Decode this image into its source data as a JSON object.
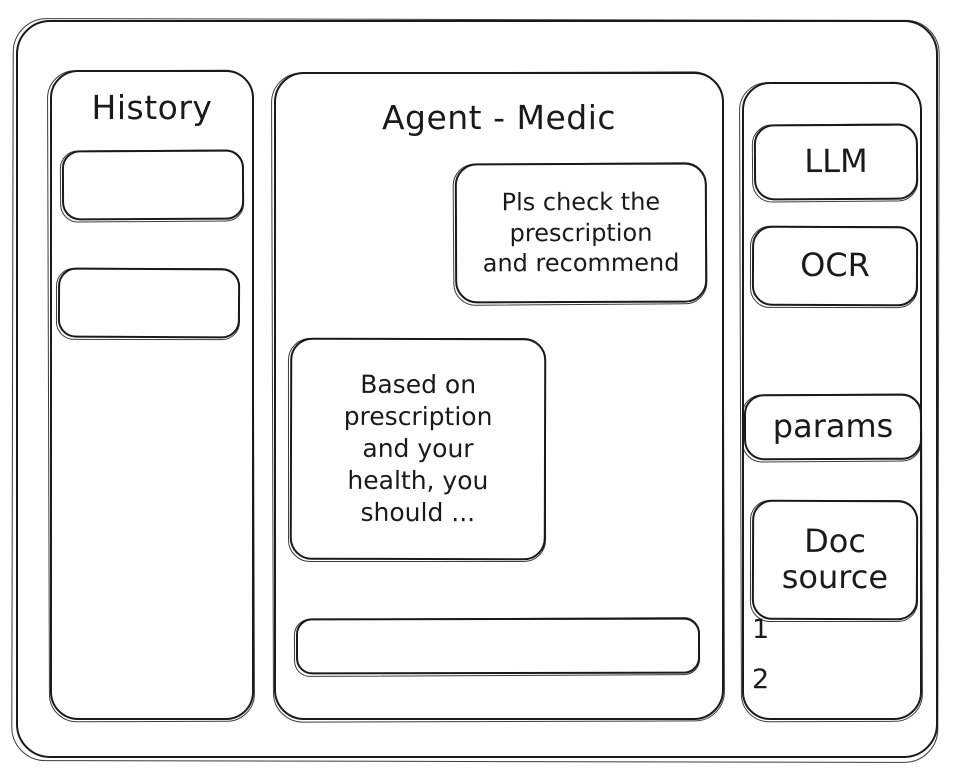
{
  "app": {
    "style": "hand-drawn-wireframe",
    "stroke_color": "#1a1a1a",
    "background_color": "#ffffff"
  },
  "history": {
    "title": "History",
    "items": [
      {
        "label": ""
      },
      {
        "label": ""
      }
    ]
  },
  "main": {
    "title": "Agent - Medic",
    "messages": [
      {
        "role": "user",
        "align": "right",
        "text": "Pls check the\nprescription\nand recommend"
      },
      {
        "role": "agent",
        "align": "left",
        "text": "Based on\nprescription\nand your\nhealth, you\nshould ..."
      }
    ],
    "composer": {
      "value": "",
      "placeholder": ""
    }
  },
  "tools": {
    "items": [
      {
        "label": "LLM"
      },
      {
        "label": "OCR"
      },
      {
        "label": "params"
      },
      {
        "label": "Doc\nsource"
      }
    ],
    "doc_sources": [
      {
        "label": "1"
      },
      {
        "label": "2"
      }
    ]
  }
}
